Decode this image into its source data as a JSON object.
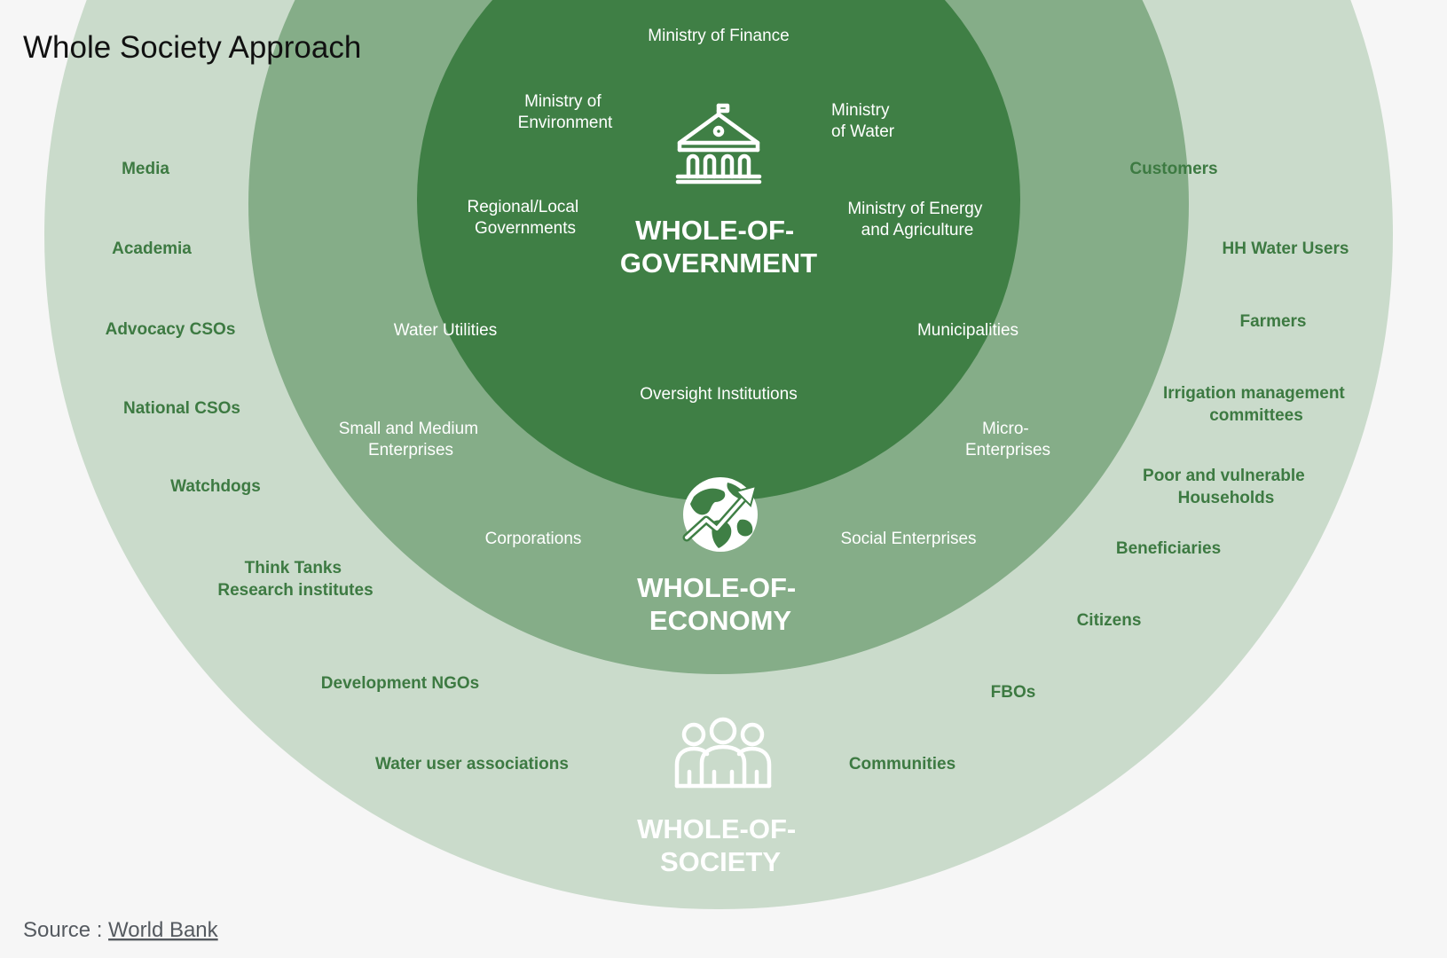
{
  "title": "Whole Society Approach",
  "source": {
    "prefix": "Source : ",
    "link_text": "World Bank"
  },
  "colors": {
    "background": "#f6f6f6",
    "outer_ring": "#cadbcb",
    "middle_ring": "#85ad88",
    "inner_circle": "#3f7f45",
    "society_label_text": "#3d7a42",
    "inner_label_text": "#ffffff"
  },
  "government": {
    "heading_line1": "WHOLE-OF-",
    "heading_line2": "GOVERNMENT",
    "icon": "government-building-icon",
    "items": [
      {
        "line1": "Ministry of Finance"
      },
      {
        "line1": "Ministry of",
        "line2": "Environment"
      },
      {
        "line1": "Ministry",
        "line2": "of Water"
      },
      {
        "line1": "Regional/Local",
        "line2": "Governments"
      },
      {
        "line1": "Ministry of Energy",
        "line2": "and Agriculture"
      },
      {
        "line1": "Water Utilities"
      },
      {
        "line1": "Municipalities"
      },
      {
        "line1": "Oversight Institutions"
      }
    ]
  },
  "economy": {
    "heading_line1": "WHOLE-OF-",
    "heading_line2": "ECONOMY",
    "icon": "globe-growth-icon",
    "items": [
      {
        "line1": "Small and Medium",
        "line2": "Enterprises"
      },
      {
        "line1": "Micro-",
        "line2": "Enterprises"
      },
      {
        "line1": "Corporations"
      },
      {
        "line1": "Social Enterprises"
      }
    ]
  },
  "society": {
    "heading_line1": "WHOLE-OF-",
    "heading_line2": "SOCIETY",
    "icon": "people-group-icon",
    "left_items": [
      {
        "line1": "Media"
      },
      {
        "line1": "Academia"
      },
      {
        "line1": "Advocacy CSOs"
      },
      {
        "line1": "National CSOs"
      },
      {
        "line1": "Watchdogs"
      },
      {
        "line1": "Think Tanks",
        "line2": "Research institutes"
      },
      {
        "line1": "Development NGOs"
      },
      {
        "line1": "Water user associations"
      }
    ],
    "right_items": [
      {
        "line1": "Customers"
      },
      {
        "line1": "HH Water Users"
      },
      {
        "line1": "Farmers"
      },
      {
        "line1": "Irrigation management",
        "line2": "committees"
      },
      {
        "line1": "Poor and vulnerable",
        "line2": "Households"
      },
      {
        "line1": "Beneficiaries"
      },
      {
        "line1": "Citizens"
      },
      {
        "line1": "FBOs"
      },
      {
        "line1": "Communities"
      }
    ]
  }
}
